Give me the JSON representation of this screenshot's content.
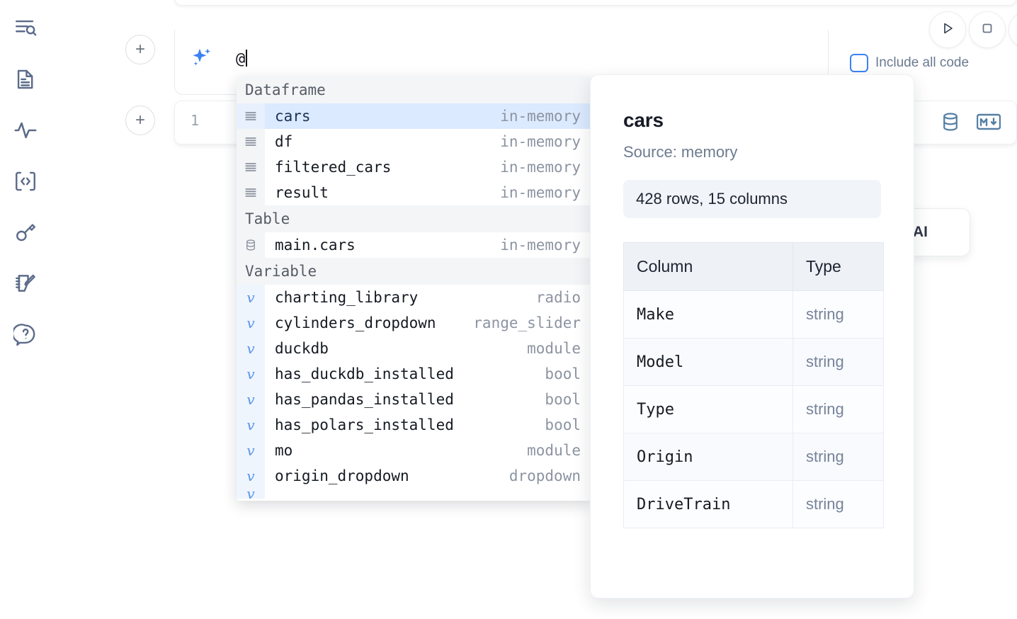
{
  "sidebar": {
    "items": [
      {
        "name": "explore-icon",
        "label": "Explore"
      },
      {
        "name": "file-text-icon",
        "label": "Files"
      },
      {
        "name": "activity-icon",
        "label": "Activity"
      },
      {
        "name": "code-brackets-icon",
        "label": "Snippets"
      },
      {
        "name": "key-icon",
        "label": "Secrets"
      },
      {
        "name": "scratchpad-edit-icon",
        "label": "Scratchpad"
      },
      {
        "name": "help-chat-icon",
        "label": "Help"
      }
    ]
  },
  "ai_bar": {
    "sparkle_icon": "sparkles-icon",
    "input_value": "@",
    "include_all_code_label": "Include all code",
    "include_all_code_checked": false,
    "run_icon": "play-icon",
    "stop_icon": "stop-square-icon",
    "accent_color": "#3b82f6"
  },
  "add_buttons": {
    "top_label": "+",
    "bottom_label": "+"
  },
  "code_cell": {
    "line_number": "1",
    "icons": [
      {
        "name": "database-icon",
        "label": "SQL cell"
      },
      {
        "name": "markdown-icon",
        "label": "Markdown cell"
      }
    ],
    "icon_color": "#5580a5"
  },
  "ai_chip": {
    "label": "AI"
  },
  "autocomplete": {
    "selected_index": 0,
    "groups": [
      {
        "label": "Dataframe",
        "icon": "dataframe-rows-icon",
        "kind": "dataframe",
        "items": [
          {
            "name": "cars",
            "type": "in-memory",
            "selected": true
          },
          {
            "name": "df",
            "type": "in-memory",
            "selected": false
          },
          {
            "name": "filtered_cars",
            "type": "in-memory",
            "selected": false
          },
          {
            "name": "result",
            "type": "in-memory",
            "selected": false
          }
        ]
      },
      {
        "label": "Table",
        "icon": "database-icon",
        "kind": "table",
        "items": [
          {
            "name": "main.cars",
            "type": "in-memory",
            "selected": false
          }
        ]
      },
      {
        "label": "Variable",
        "icon": "variable-icon",
        "kind": "variable",
        "items": [
          {
            "name": "charting_library",
            "type": "radio",
            "selected": false
          },
          {
            "name": "cylinders_dropdown",
            "type": "range_slider",
            "selected": false
          },
          {
            "name": "duckdb",
            "type": "module",
            "selected": false
          },
          {
            "name": "has_duckdb_installed",
            "type": "bool",
            "selected": false
          },
          {
            "name": "has_pandas_installed",
            "type": "bool",
            "selected": false
          },
          {
            "name": "has_polars_installed",
            "type": "bool",
            "selected": false
          },
          {
            "name": "mo",
            "type": "module",
            "selected": false
          },
          {
            "name": "origin_dropdown",
            "type": "dropdown",
            "selected": false
          }
        ]
      }
    ]
  },
  "detail_panel": {
    "title": "cars",
    "source": "Source: memory",
    "stats": "428 rows, 15 columns",
    "table": {
      "headers": [
        "Column",
        "Type"
      ],
      "rows": [
        {
          "column": "Make",
          "type": "string"
        },
        {
          "column": "Model",
          "type": "string"
        },
        {
          "column": "Type",
          "type": "string"
        },
        {
          "column": "Origin",
          "type": "string"
        },
        {
          "column": "DriveTrain",
          "type": "string"
        }
      ]
    }
  }
}
